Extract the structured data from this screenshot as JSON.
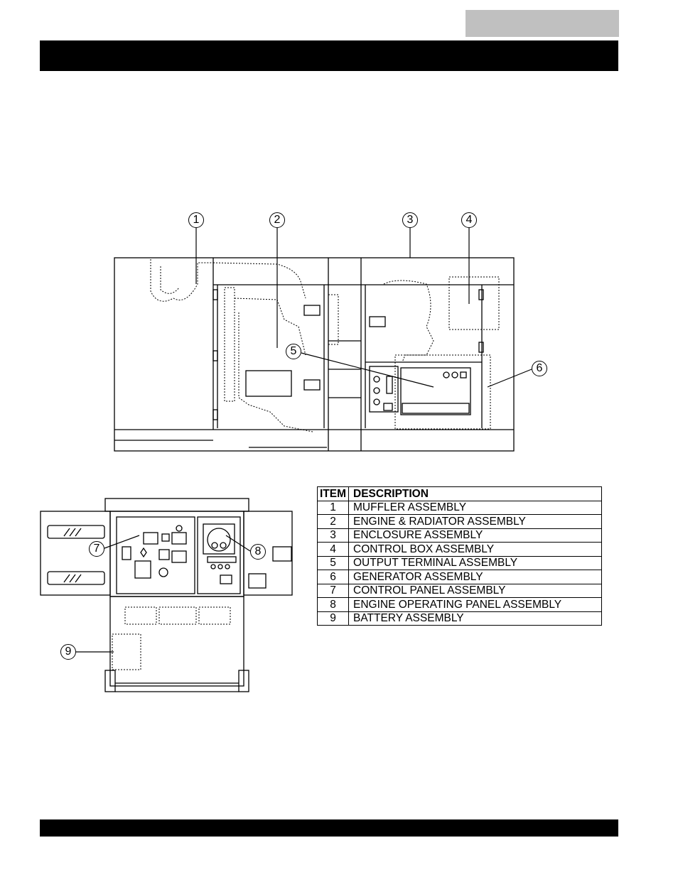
{
  "callouts": {
    "c1": "1",
    "c2": "2",
    "c3": "3",
    "c4": "4",
    "c5": "5",
    "c6": "6",
    "c7": "7",
    "c8": "8",
    "c9": "9"
  },
  "table": {
    "header_item": "ITEM",
    "header_description": "DESCRIPTION",
    "rows": [
      {
        "item": "1",
        "description": "MUFFLER ASSEMBLY"
      },
      {
        "item": "2",
        "description": "ENGINE & RADIATOR ASSEMBLY"
      },
      {
        "item": "3",
        "description": "ENCLOSURE ASSEMBLY"
      },
      {
        "item": "4",
        "description": "CONTROL BOX ASSEMBLY"
      },
      {
        "item": "5",
        "description": "OUTPUT TERMINAL ASSEMBLY"
      },
      {
        "item": "6",
        "description": "GENERATOR ASSEMBLY"
      },
      {
        "item": "7",
        "description": "CONTROL PANEL ASSEMBLY"
      },
      {
        "item": "8",
        "description": "ENGINE OPERATING PANEL ASSEMBLY"
      },
      {
        "item": "9",
        "description": "BATTERY ASSEMBLY"
      }
    ]
  }
}
